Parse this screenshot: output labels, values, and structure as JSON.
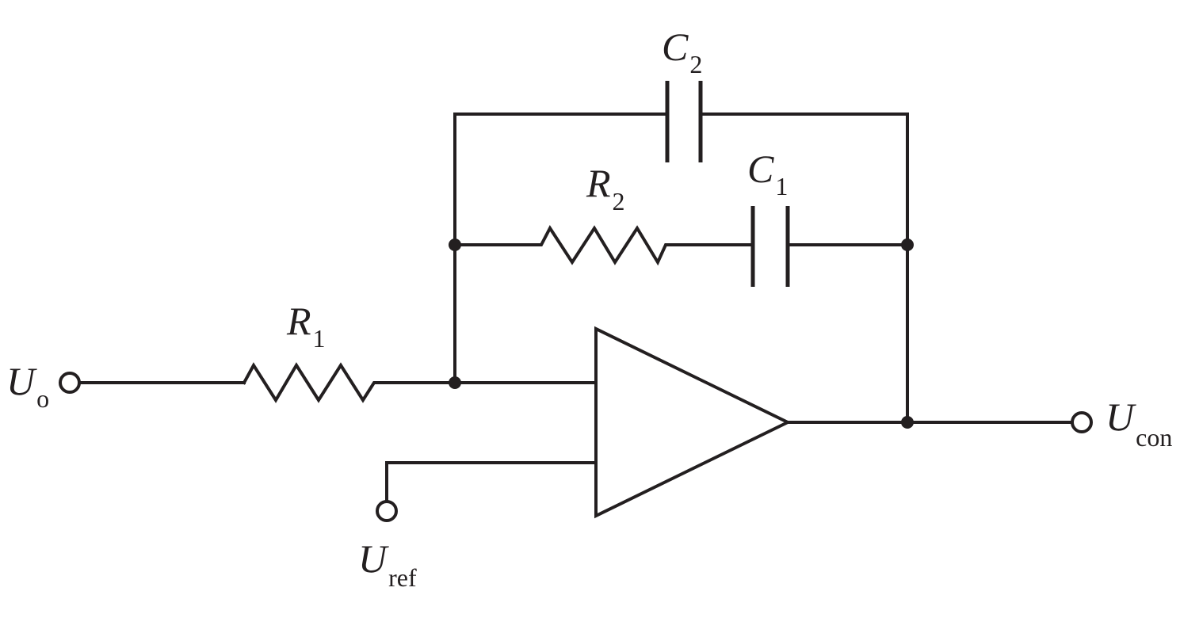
{
  "diagram": {
    "components": {
      "r1": {
        "letter": "R",
        "sub": "1"
      },
      "r2": {
        "letter": "R",
        "sub": "2"
      },
      "c1": {
        "letter": "C",
        "sub": "1"
      },
      "c2": {
        "letter": "C",
        "sub": "2"
      }
    },
    "terminals": {
      "input": {
        "letter": "U",
        "sub": "o"
      },
      "reference": {
        "letter": "U",
        "sub": "ref"
      },
      "output": {
        "letter": "U",
        "sub": "con"
      }
    }
  }
}
